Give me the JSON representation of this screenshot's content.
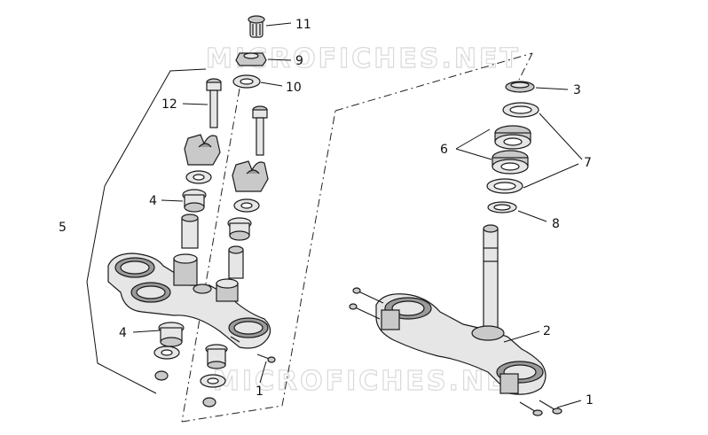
{
  "watermark": "MICROFICHES.NET",
  "callouts": [
    {
      "id": "c11",
      "text": "11"
    },
    {
      "id": "c9",
      "text": "9"
    },
    {
      "id": "c10",
      "text": "10"
    },
    {
      "id": "c12",
      "text": "12"
    },
    {
      "id": "c4a",
      "text": "4"
    },
    {
      "id": "c5",
      "text": "5"
    },
    {
      "id": "c4b",
      "text": "4"
    },
    {
      "id": "c1a",
      "text": "1"
    },
    {
      "id": "c3",
      "text": "3"
    },
    {
      "id": "c6",
      "text": "6"
    },
    {
      "id": "c7",
      "text": "7"
    },
    {
      "id": "c8",
      "text": "8"
    },
    {
      "id": "c2",
      "text": "2"
    },
    {
      "id": "c1b",
      "text": "1"
    }
  ]
}
